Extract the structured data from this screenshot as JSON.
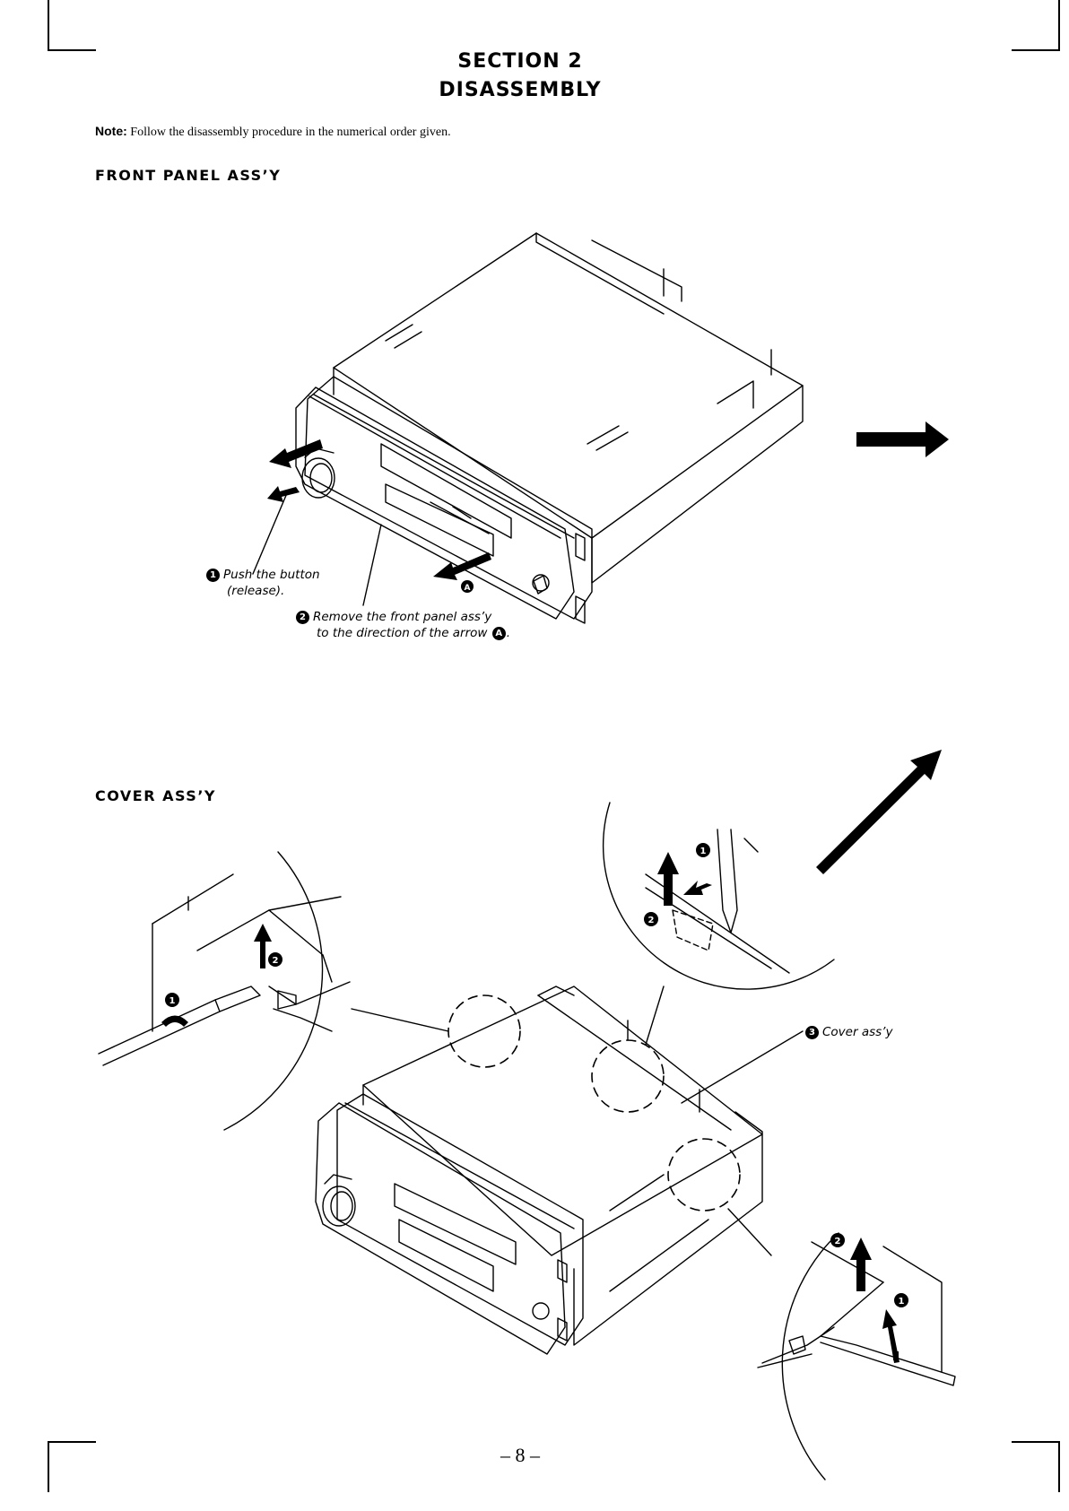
{
  "header": {
    "section": "SECTION  2",
    "title": "DISASSEMBLY"
  },
  "note": {
    "label": "Note:",
    "text": "Follow the disassembly procedure in the numerical order given."
  },
  "front_panel": {
    "heading": "FRONT  PANEL  ASS’Y",
    "step1_num": "1",
    "step1_line1": "Push the button",
    "step1_line2": "(release).",
    "step2_num": "2",
    "step2_line1": "Remove the front panel ass’y",
    "step2_line2": "to the direction of the arrow",
    "arrow_marker": "A"
  },
  "cover": {
    "heading": "COVER  ASS’Y",
    "step3_num": "3",
    "step3_label": "Cover ass’y",
    "markers": {
      "one": "1",
      "two": "2"
    }
  },
  "footer": {
    "page_number": "– 8 –"
  }
}
